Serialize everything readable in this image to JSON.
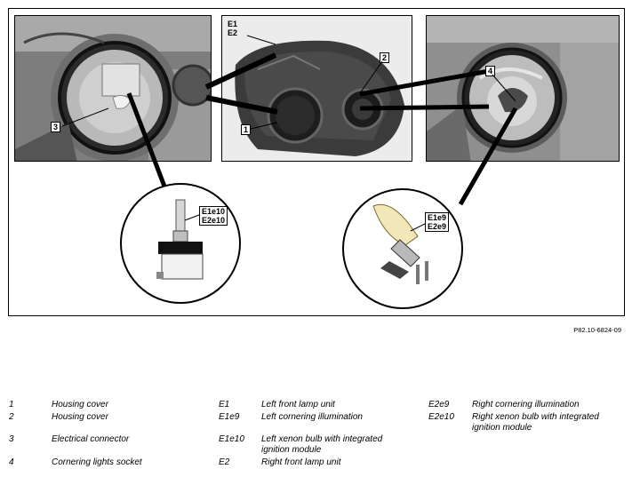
{
  "figure": {
    "ref_code": "P82.10-6824-09",
    "callouts": {
      "c3": "3",
      "c1": "1",
      "c2": "2",
      "c4": "4",
      "e1e2": "E1\nE2",
      "xenon": "E1e10\nE2e10",
      "halogen": "E1e9\nE2e9"
    }
  },
  "legend": {
    "columns": [
      [
        {
          "key": "1",
          "text": "Housing cover"
        },
        {
          "key": "2",
          "text": "Housing cover"
        },
        {
          "key": "3",
          "text": "Electrical connector"
        },
        {
          "key": "4",
          "text": "Cornering lights socket"
        }
      ],
      [
        {
          "key": "E1",
          "text": "Left front lamp unit"
        },
        {
          "key": "E1e9",
          "text": "Left cornering illumination"
        },
        {
          "key": "E1e10",
          "text": "Left xenon bulb with integrated\nignition module"
        },
        {
          "key": "E2",
          "text": "Right front lamp unit"
        }
      ],
      [
        {
          "key": "E2e9",
          "text": "Right cornering illumination"
        },
        {
          "key": "E2e10",
          "text": "Right xenon bulb with integrated\nignition module"
        }
      ]
    ]
  }
}
